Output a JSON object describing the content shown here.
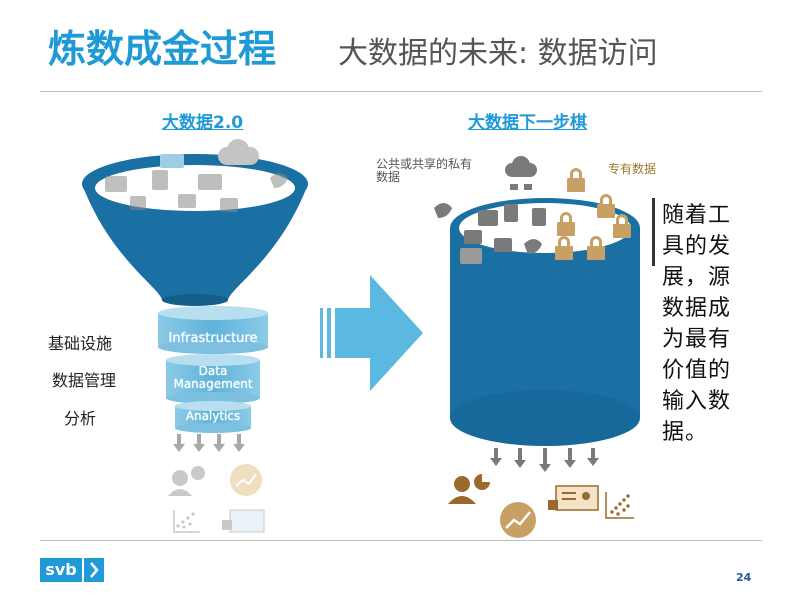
{
  "title": {
    "main": "炼数成金过程",
    "sub": "大数据的未来: 数据访问"
  },
  "left_panel": {
    "heading": "大数据2.0",
    "stages": [
      "Infrastructure",
      "Data Management",
      "Analytics"
    ],
    "side_labels": [
      "基础设施",
      "数据管理",
      "分析"
    ]
  },
  "right_panel": {
    "heading": "大数据下一步棋",
    "public_label": "公共或共享的私有数据",
    "private_label": "专有数据",
    "note": "随着工具的发展，源数据成为最有价值的输入数据。"
  },
  "footer": {
    "logo_text": "svb",
    "page_number": "24"
  },
  "colors": {
    "accent": "#1f9ad6",
    "cylinder": "#1a6fa3",
    "arrow": "#5bb8e0",
    "gold": "#c8a064",
    "brown": "#9a6a2c"
  }
}
